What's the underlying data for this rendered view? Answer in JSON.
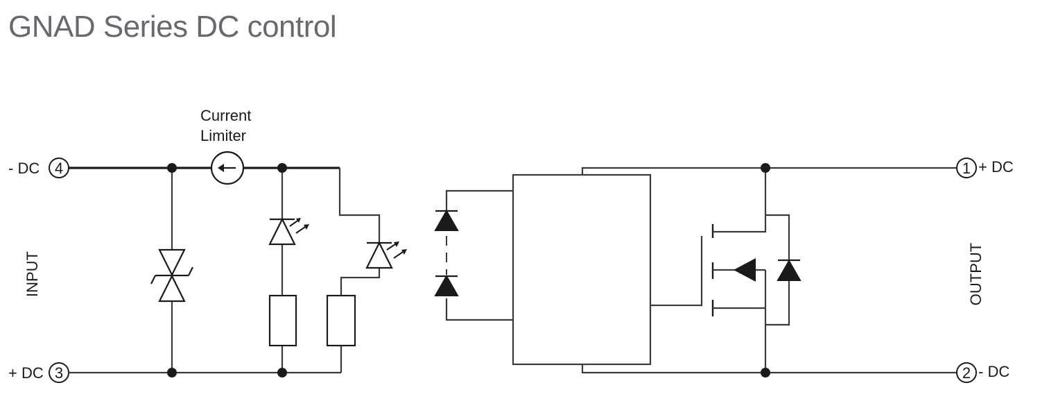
{
  "title": "GNAD Series DC control",
  "labels": {
    "current_limiter_line1": "Current",
    "current_limiter_line2": "Limiter",
    "input": "INPUT",
    "output": "OUTPUT"
  },
  "terminals": {
    "t4": {
      "number": "4",
      "label": "- DC"
    },
    "t3": {
      "number": "3",
      "label": "+ DC"
    },
    "t1": {
      "number": "1",
      "label": "+ DC"
    },
    "t2": {
      "number": "2",
      "label": "- DC"
    }
  }
}
